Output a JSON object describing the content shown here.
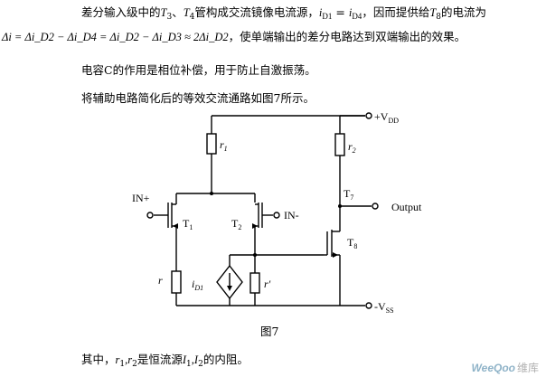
{
  "text": {
    "line1_parts": [
      "差分输入级中的",
      "T",
      "3",
      "、",
      "T",
      "4",
      "管构成交流镜像电流源，",
      "i",
      "D1",
      " = ",
      "i",
      "D4",
      "，因而提供给",
      "T",
      "8",
      "的电流为"
    ],
    "line2": "Δi = Δi_D2 − Δi_D4 = Δi_D2 − Δi_D3 ≈ 2Δi_D2",
    "line2_suffix": "，使单端输出的差分电路达到双端输出的效果。",
    "line3": "电容C的作用是相位补偿，用于防止自激振荡。",
    "line4": "将辅助电路简化后的等效交流通路如图7所示。",
    "caption": "图7",
    "footer_prefix": "其中，",
    "footer_suffix": "是恒流源",
    "footer_end": "的内阻。"
  },
  "circuit": {
    "vdd": "+V",
    "vdd_sub": "DD",
    "vss": "-V",
    "vss_sub": "SS",
    "r1": "r",
    "r1_sub": "1",
    "r2": "r",
    "r2_sub": "2",
    "t7": "T",
    "t7_sub": "7",
    "t8": "T",
    "t8_sub": "8",
    "t1": "T",
    "t1_sub": "1",
    "t2": "T",
    "t2_sub": "2",
    "in_plus": "IN+",
    "in_minus": "IN-",
    "output": "Output",
    "r_left": "r",
    "r_prime": "r'",
    "id1": "i",
    "id1_sub": "D1"
  },
  "watermark": {
    "brand": "WeeQoo",
    "cn": "维库"
  }
}
